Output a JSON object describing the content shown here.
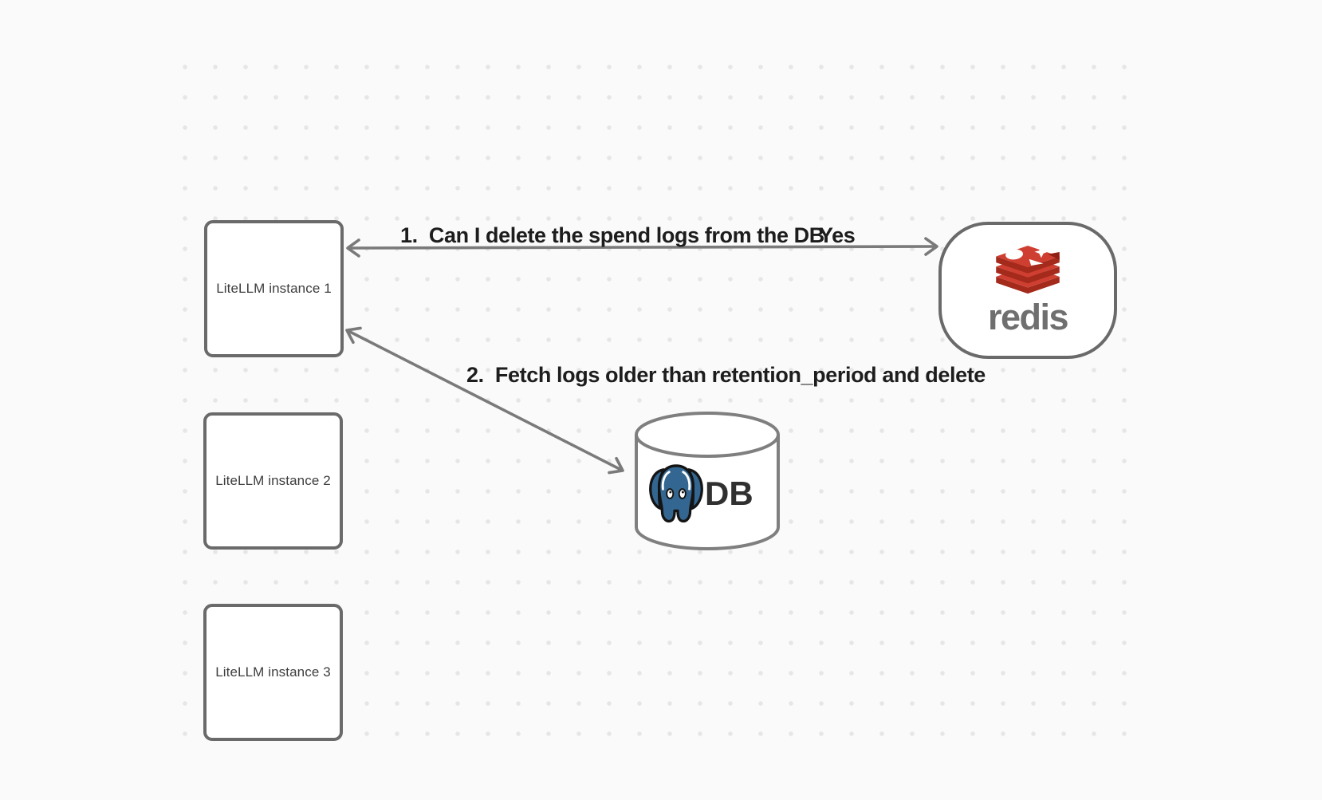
{
  "canvas": {
    "background_color": "#fafafa",
    "dot_color": "#e6e6e6"
  },
  "nodes": {
    "instances": [
      {
        "label": "LiteLLM instance 1"
      },
      {
        "label": "LiteLLM instance 2"
      },
      {
        "label": "LiteLLM instance 3"
      }
    ],
    "redis": {
      "wordmark": "redis",
      "icon": "redis-stack-logo",
      "logo_red": "#cf3f31",
      "logo_dark_red": "#a42a1c",
      "wordmark_color": "#6f6f6f"
    },
    "db": {
      "label": "DB",
      "icon": "postgres-elephant-logo",
      "elephant_blue": "#336791",
      "shape": "cylinder"
    }
  },
  "annotations": {
    "step1": {
      "text": "1.  Can I delete the spend logs from the DB"
    },
    "step1_answer": {
      "text": "Yes"
    },
    "step2": {
      "text": "2.  Fetch logs older than retention_period and delete"
    }
  },
  "arrows": [
    {
      "name": "litellm-redis",
      "style": "double-headed",
      "color": "#7a7a7a"
    },
    {
      "name": "litellm-db",
      "style": "double-headed",
      "color": "#7a7a7a"
    }
  ],
  "colors": {
    "node_border": "#6a6a6a",
    "node_fill": "#ffffff",
    "label_text": "#3d3d3d",
    "annotation_text": "#1d1d1d"
  }
}
